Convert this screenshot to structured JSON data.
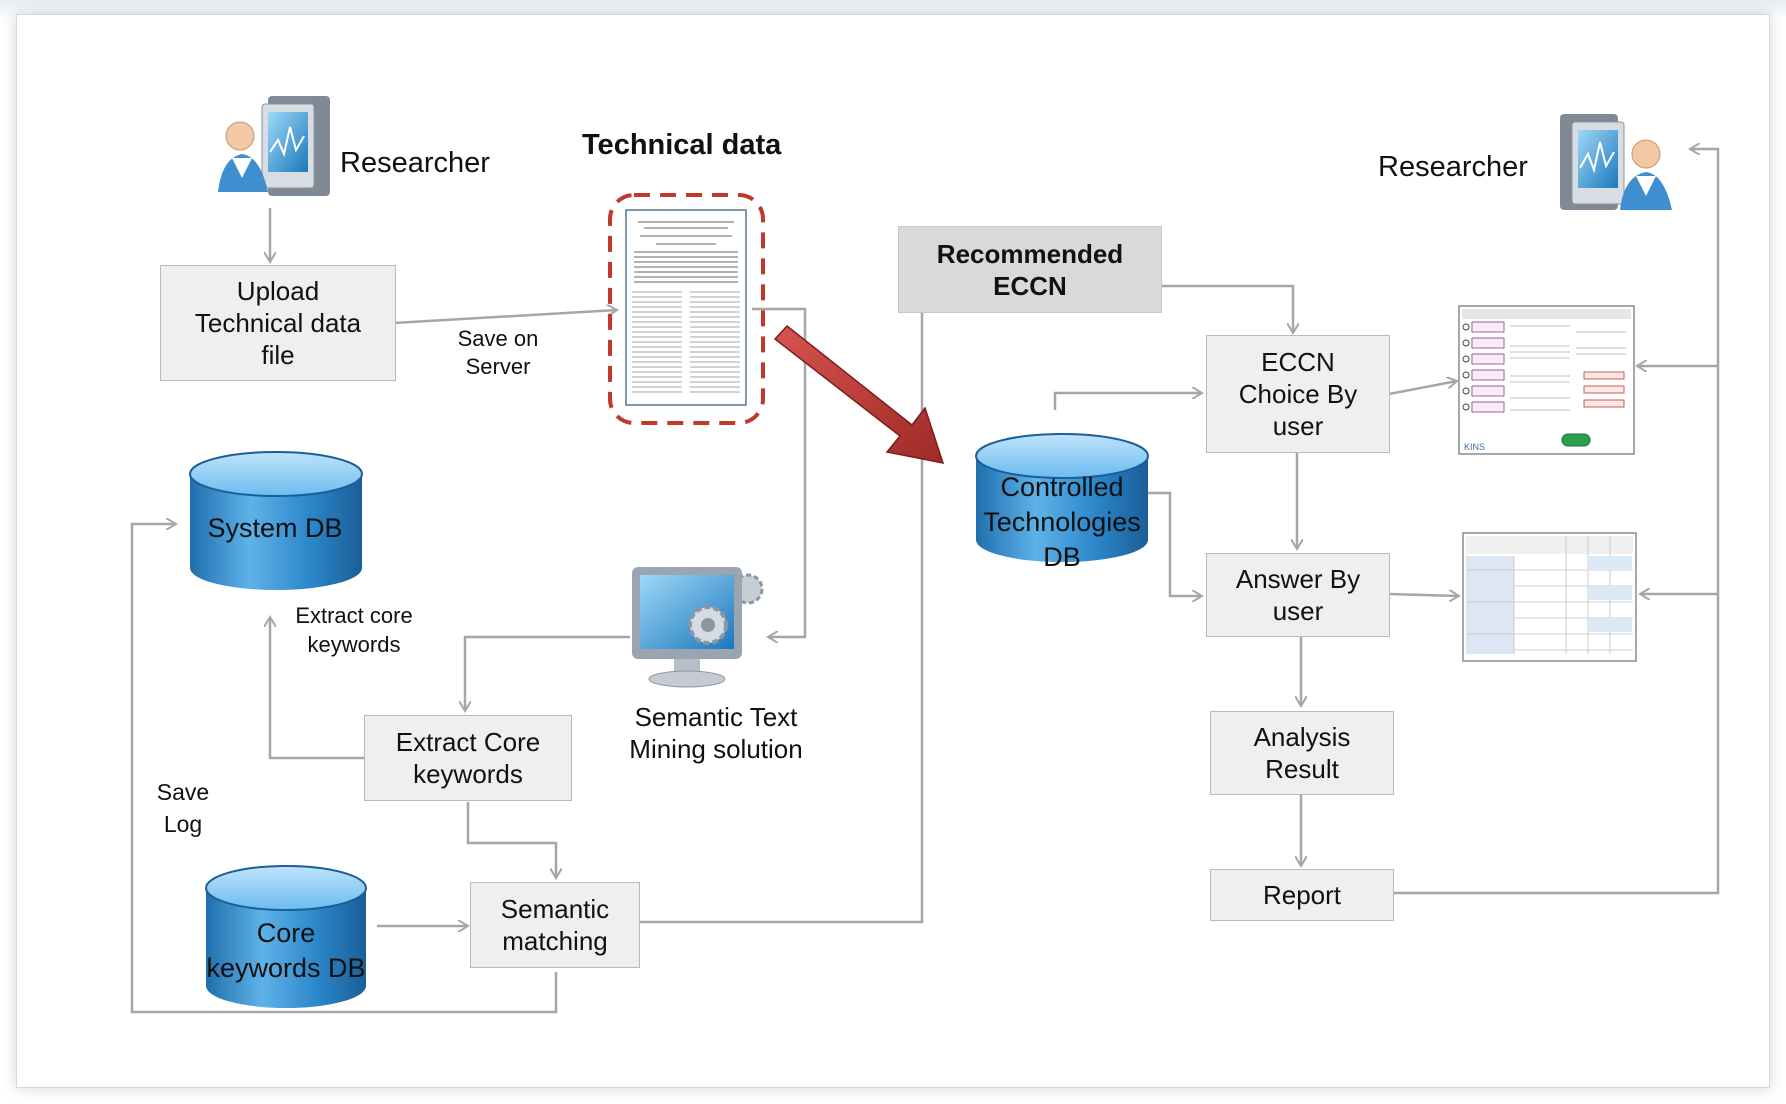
{
  "nodes": {
    "researcher_left": "Researcher",
    "researcher_right": "Researcher",
    "technical_data": "Technical data",
    "upload": "Upload Technical data file",
    "save_on_server": "Save on Server",
    "recommended_eccn": "Recommended ECCN",
    "system_db": "System DB",
    "extract_core_keywords_label": "Extract core keywords",
    "semantic_text_mining": "Semantic Text Mining solution",
    "extract_core_box": "Extract Core keywords",
    "save_log": "Save Log",
    "core_keywords_db": "Core keywords DB",
    "semantic_matching": "Semantic matching",
    "controlled_tech_db": "Controlled Technologies DB",
    "eccn_choice": "ECCN Choice By user",
    "answer_by_user": "Answer By user",
    "analysis_result": "Analysis Result",
    "report": "Report"
  },
  "icons": {
    "researcher": "researcher-computer-icon",
    "document": "document-icon",
    "mining": "monitor-gear-icon",
    "database": "database-cylinder-icon"
  },
  "colors": {
    "box_fill": "#efefef",
    "box_border": "#b9b9b9",
    "connector": "#a6a6a6",
    "db_blue": "#2f86c8",
    "highlight_dash": "#c0392b",
    "big_arrow": "#b23a36",
    "recommended_fill": "#d9d9d9"
  }
}
